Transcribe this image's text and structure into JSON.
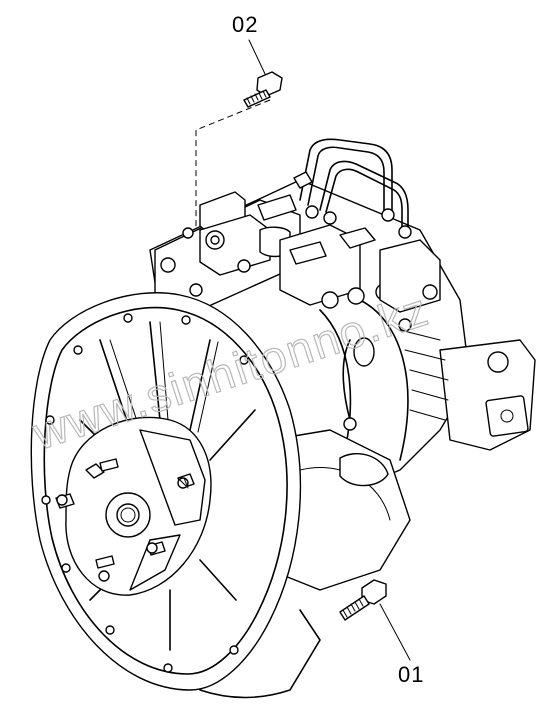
{
  "callouts": {
    "bolt_upper": "02",
    "bolt_lower": "01"
  },
  "watermark": "www.sinhitonno.kz",
  "colors": {
    "line": "#000000",
    "background": "#ffffff",
    "watermark": "#b8b8b8"
  }
}
